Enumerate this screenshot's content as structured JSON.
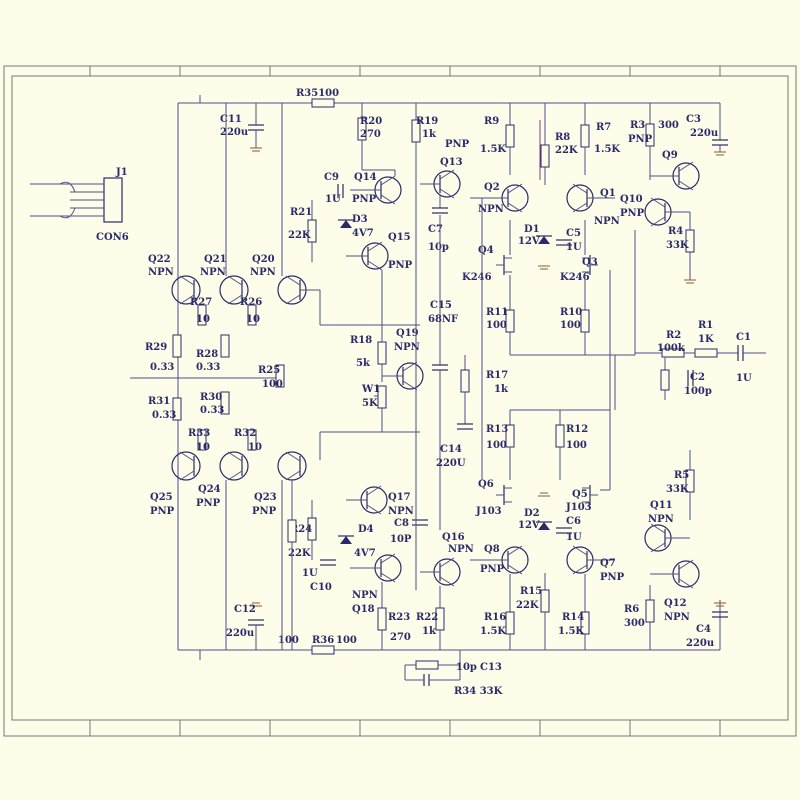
{
  "labels": {
    "r35": "R35100",
    "c11": "C11",
    "c11v": "220u",
    "r20": "R20",
    "r20v": "270",
    "r19": "R19",
    "r19v": "1k",
    "pnp": "PNP",
    "r9": "R9",
    "r9v": "1.5K",
    "r8": "R8",
    "r8v": "22K",
    "r7": "R7",
    "r7v": "1.5K",
    "r3": "R3",
    "r3v": "300",
    "c3": "C3",
    "c3v": "220u",
    "q13": "Q13",
    "q14": "Q14",
    "c9": "C9",
    "c9v": "1U",
    "q2": "Q2",
    "q1": "Q1",
    "npn": "NPN",
    "q9": "Q9",
    "j1": "J1",
    "j1v": "CON6",
    "r21": "R21",
    "r21v": "22K",
    "d3": "D3",
    "d3v": "4V7",
    "q15": "Q15",
    "c7": "C7",
    "c7v": "10p",
    "d1": "D1",
    "d1v": "12V",
    "c5": "C5",
    "c5v": "1U",
    "q10": "Q10",
    "r4": "R4",
    "r4v": "33K",
    "q22": "Q22",
    "q21": "Q21",
    "q20": "Q20",
    "q4": "Q4",
    "q3": "Q3",
    "k246": "K246",
    "r27": "R27",
    "r26": "R26",
    "r10v": "10",
    "c15": "C15",
    "c15v": "68NF",
    "r11": "R11",
    "r11v": "100",
    "r10": "R10",
    "r18": "R18",
    "r18v": "5k",
    "q19": "Q19",
    "r2": "R2",
    "r2v": "100k",
    "r1": "R1",
    "r1v": "1K",
    "c1": "C1",
    "c1v": "1U",
    "r29": "R29",
    "r28": "R28",
    "r28v": "0.33",
    "o33": "0.33",
    "r25": "R25",
    "r25v": "100",
    "w1": "W1",
    "w1v": "5K",
    "r17": "R17",
    "r17v": "1k",
    "c2": "C2",
    "c2v": "100p",
    "r31": "R31",
    "r30": "R30",
    "r33": "R33",
    "r32": "R32",
    "r13": "R13",
    "r13v": "100",
    "r12": "R12",
    "r12v": "100",
    "c14": "C14",
    "c14v": "220U",
    "q25": "Q25",
    "q24": "Q24",
    "q23": "Q23",
    "q6": "Q6",
    "q5": "Q5",
    "j103": "J103",
    "r5": "R5",
    "r5v": "33K",
    "q17": "Q17",
    "c8": "C8",
    "c8v": "10P",
    "d4": "D4",
    "d4v": "4V7",
    "r24": "R24",
    "r24v": "22K",
    "d2": "D2",
    "d2v": "12V",
    "c6": "C6",
    "c6v": "1U",
    "q11": "Q11",
    "q16": "Q16",
    "q8": "Q8",
    "q7": "Q7",
    "c10": "C10",
    "c10v": "1U",
    "q18": "Q18",
    "r15": "R15",
    "r15v": "22K",
    "q12": "Q12",
    "r6": "R6",
    "r6v": "300",
    "r23": "R23",
    "r23v": "270",
    "r22": "R22",
    "r22v": "1k",
    "r16": "R16",
    "r16v": "1.5K",
    "r14": "R14",
    "r14v": "1.5K",
    "c4": "C4",
    "c4v": "220u",
    "c12": "C12",
    "c12v": "220u",
    "r36": "R36",
    "r36v": "100",
    "r24b": "100",
    "c13": "C13",
    "c13v": "10p",
    "r34": "R34 33K"
  }
}
